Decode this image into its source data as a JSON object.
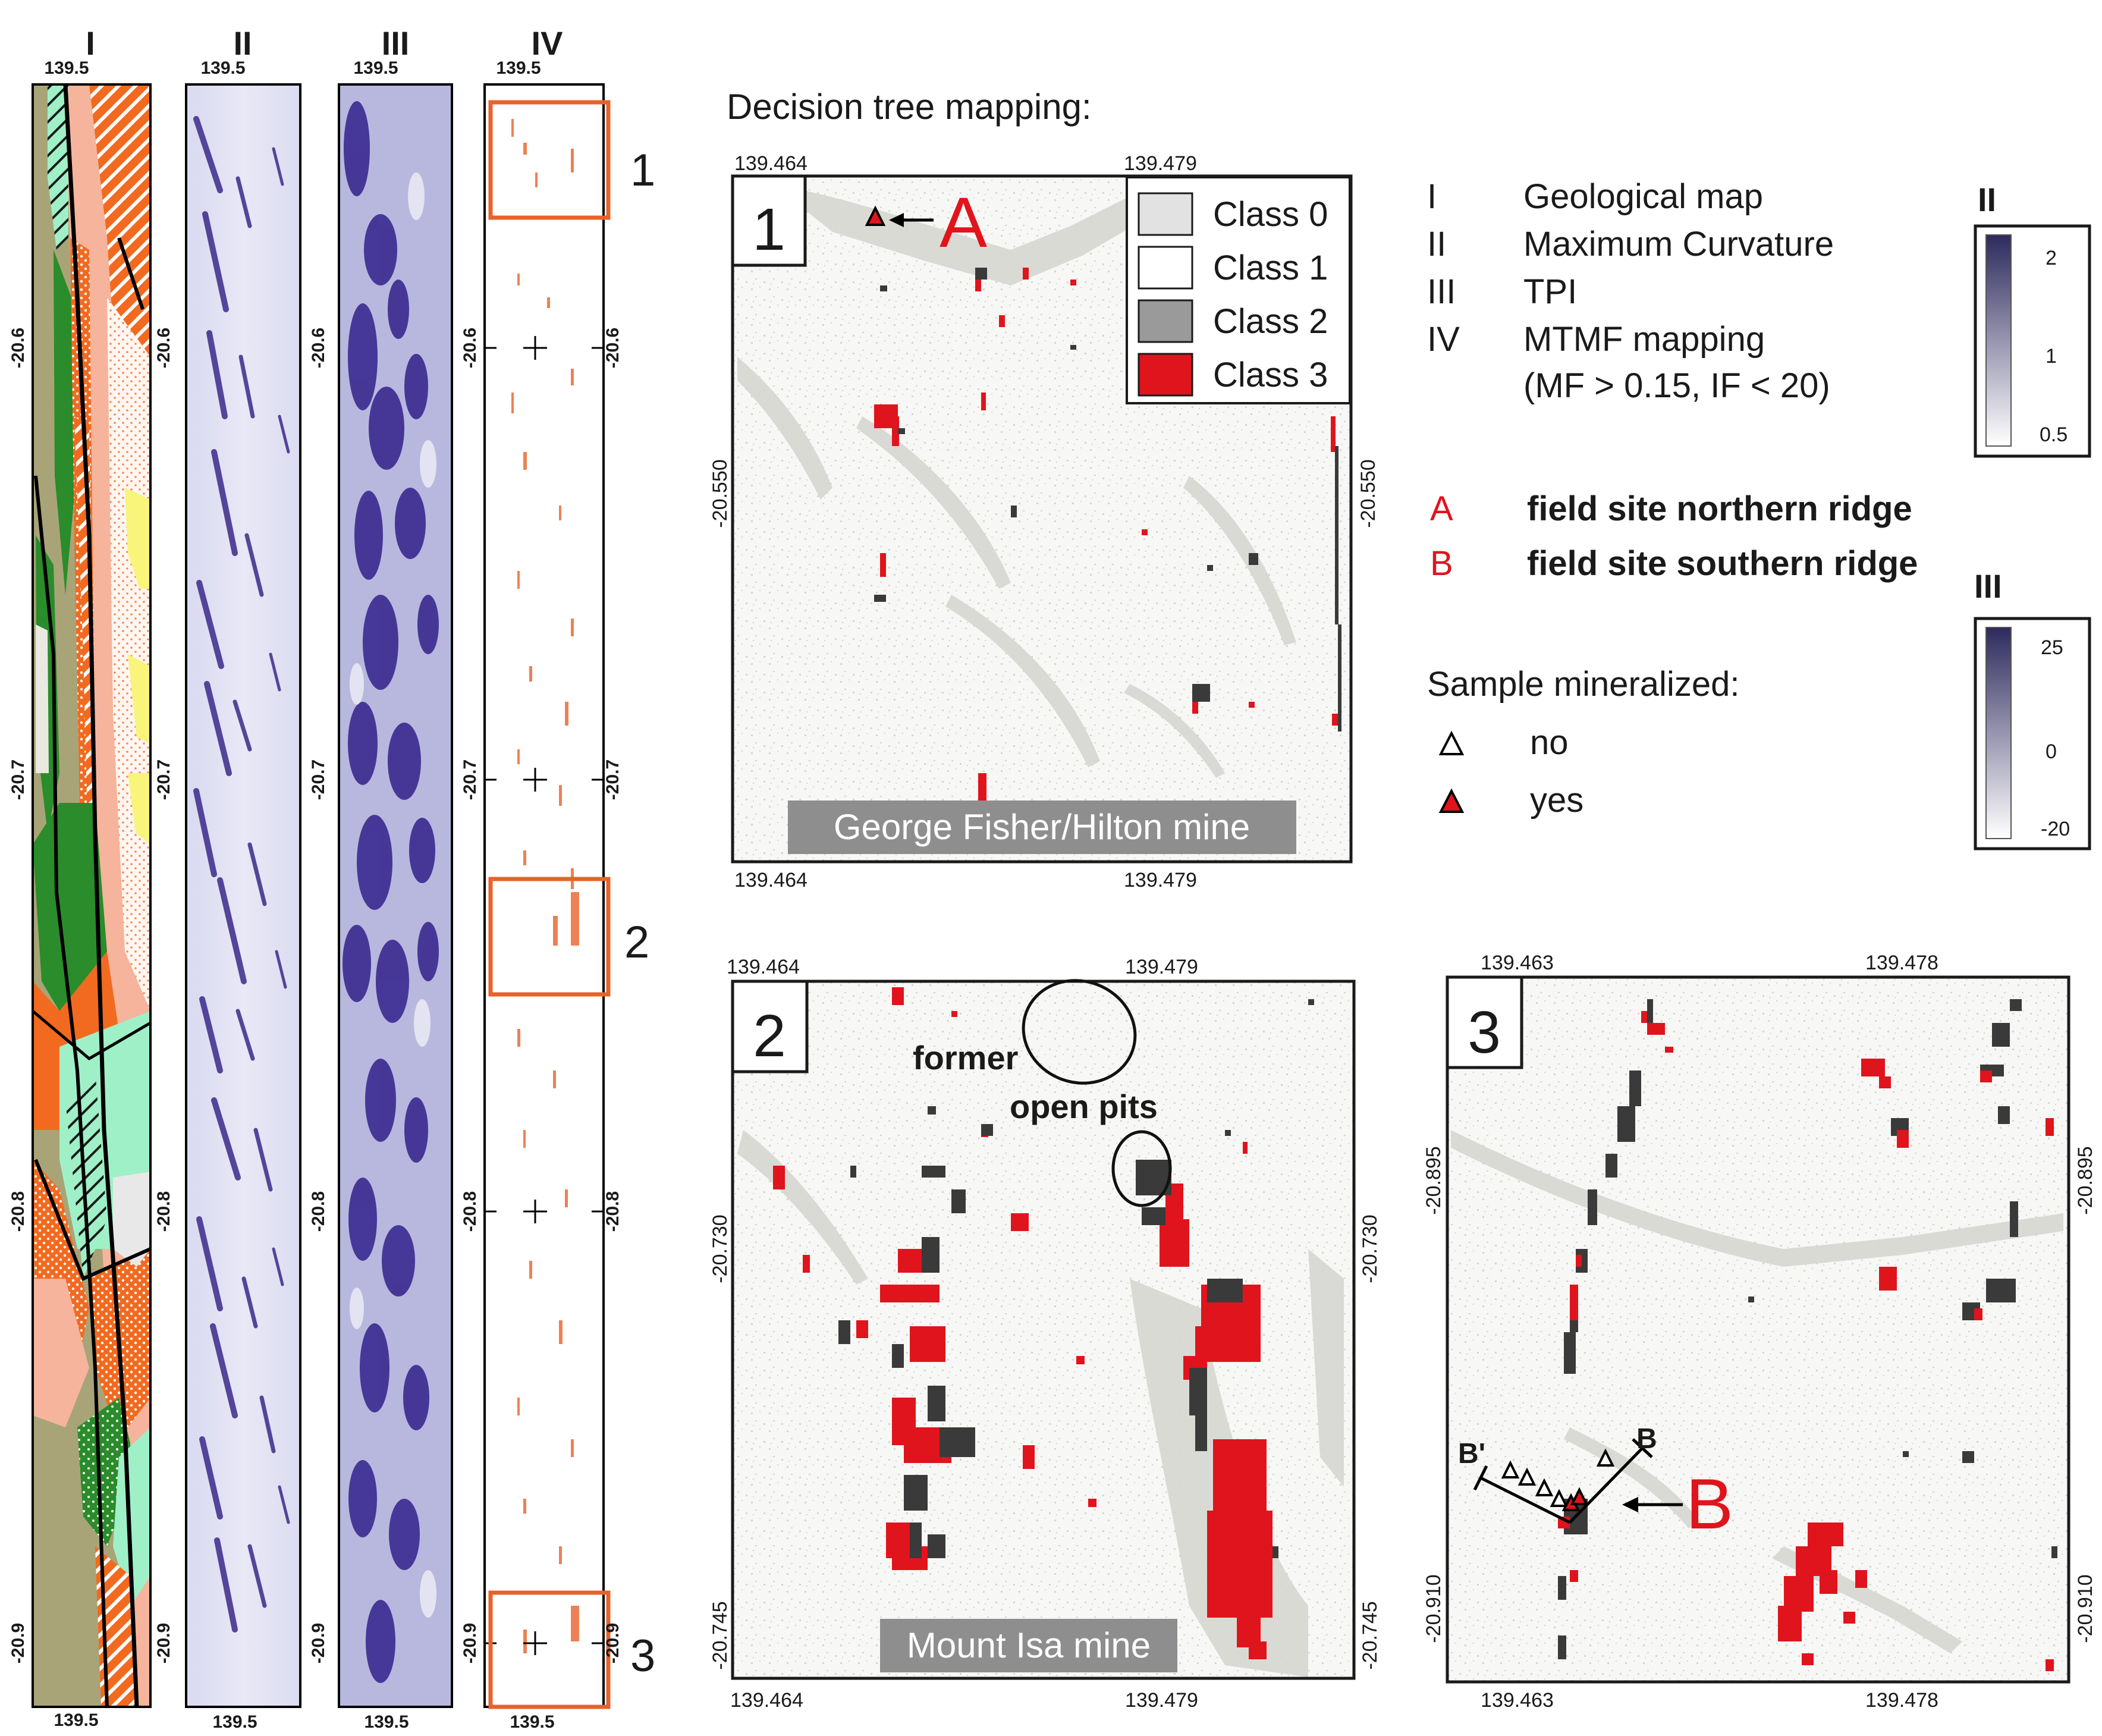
{
  "strips": {
    "labels": [
      "I",
      "II",
      "III",
      "IV"
    ],
    "top_lon": "139.5",
    "bottom_lon": "139.5",
    "lat_ticks": [
      "-20.6",
      "-20.7",
      "-20.8",
      "-20.9"
    ],
    "box_numbers": [
      "1",
      "2",
      "3"
    ]
  },
  "dt_title": "Decision tree mapping:",
  "panel1": {
    "number": "1",
    "lon_left": "139.464",
    "lon_right": "139.479",
    "lat": "-20.550",
    "site_letter": "A",
    "caption": "George Fisher/Hilton mine",
    "classes": [
      "Class 0",
      "Class 1",
      "Class 2",
      "Class 3"
    ]
  },
  "panel2": {
    "number": "2",
    "lon_left": "139.464",
    "lon_right": "139.479",
    "lat_mid": "-20.730",
    "lat_bottom": "-20.745",
    "annotation_line1": "former",
    "annotation_line2": "open pits",
    "caption": "Mount Isa mine"
  },
  "panel3": {
    "number": "3",
    "lon_left": "139.463",
    "lon_right": "139.478",
    "lat_mid": "-20.895",
    "lat_bottom": "-20.910",
    "profile_start": "B'",
    "profile_end": "B",
    "site_letter": "B"
  },
  "legend": {
    "items": [
      {
        "key": "I",
        "text": "Geological map"
      },
      {
        "key": "II",
        "text": "Maximum Curvature"
      },
      {
        "key": "III",
        "text": "TPI"
      },
      {
        "key": "IV",
        "text": "MTMF mapping"
      }
    ],
    "mtmf_note": "(MF > 0.15, IF < 20)",
    "sites": [
      {
        "key": "A",
        "text": "field site northern ridge"
      },
      {
        "key": "B",
        "text": "field site southern ridge"
      }
    ],
    "sample_title": "Sample mineralized:",
    "sample_no": "no",
    "sample_yes": "yes"
  },
  "colorbars": [
    {
      "label": "II",
      "max": "2",
      "mid": "1",
      "min": "0.5"
    },
    {
      "label": "III",
      "max": "25",
      "mid": "0",
      "min": "-20"
    }
  ],
  "colors": {
    "class0": "#e2e2e2",
    "class2": "#9a9a9a",
    "class3": "#e0141c",
    "orange_box": "#e8622a",
    "curvature": "#3b2a8a"
  }
}
